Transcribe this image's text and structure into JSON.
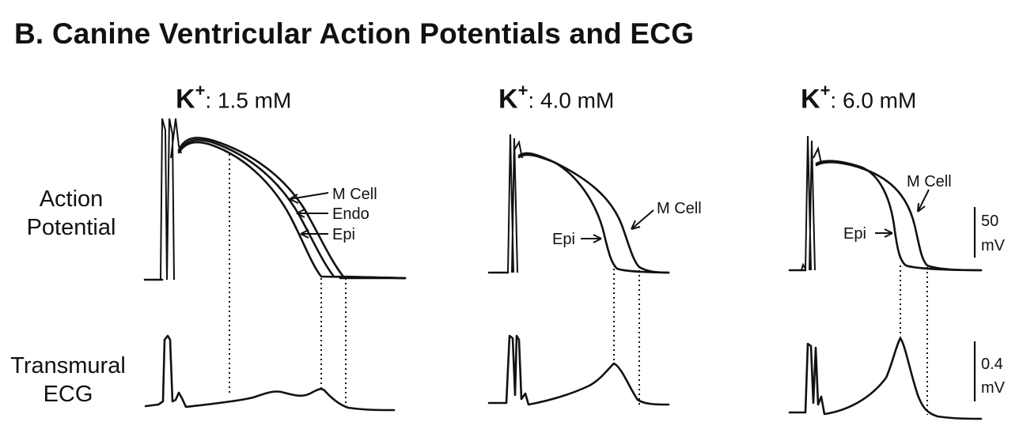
{
  "title": "B.  Canine Ventricular Action Potentials and ECG",
  "row_labels": {
    "action_potential": [
      "Action",
      "Potential"
    ],
    "ecg": [
      "Transmural",
      "ECG"
    ]
  },
  "panels": [
    {
      "ion": "K",
      "charge": "+",
      "concentration": ": 1.5 mM",
      "cell_labels": [
        "M Cell",
        "Endo",
        "Epi"
      ]
    },
    {
      "ion": "K",
      "charge": "+",
      "concentration": ": 4.0 mM",
      "cell_labels": [
        "M Cell",
        "Epi"
      ]
    },
    {
      "ion": "K",
      "charge": "+",
      "concentration": ": 6.0 mM",
      "cell_labels": [
        "M Cell",
        "Epi"
      ]
    }
  ],
  "scale_bars": {
    "ap": [
      "50",
      "mV"
    ],
    "ecg": [
      "0.4",
      "mV"
    ]
  }
}
